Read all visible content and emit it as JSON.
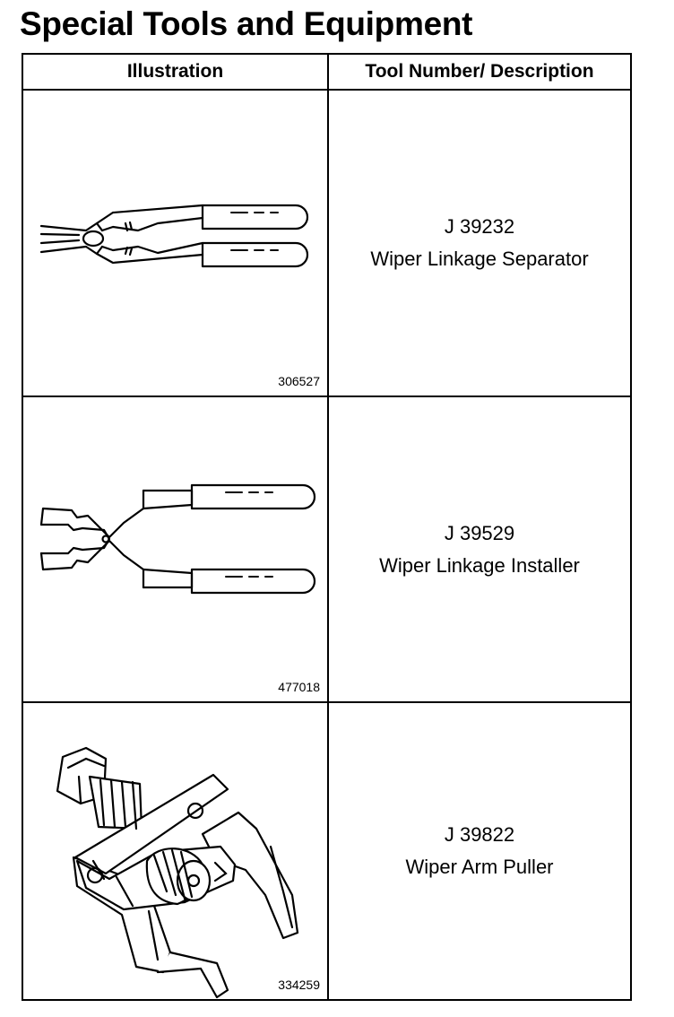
{
  "title": "Special Tools and Equipment",
  "table": {
    "headers": [
      "Illustration",
      "Tool Number/ Description"
    ],
    "rows": [
      {
        "figure_number": "306527",
        "tool_number": "J 39232",
        "description": "Wiper Linkage Separator",
        "icon": "pliers-separator-icon"
      },
      {
        "figure_number": "477018",
        "tool_number": "J 39529",
        "description": "Wiper Linkage Installer",
        "icon": "pliers-installer-icon"
      },
      {
        "figure_number": "334259",
        "tool_number": "J 39822",
        "description": "Wiper Arm Puller",
        "icon": "arm-puller-icon"
      }
    ]
  }
}
